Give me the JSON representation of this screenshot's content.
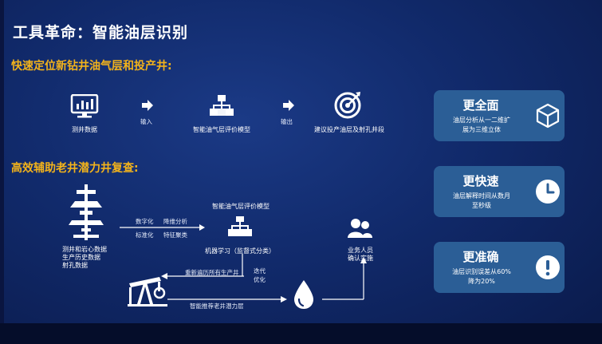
{
  "slide": {
    "title": "工具革命：智能油层识别",
    "section1": "快速定位新钻井油气层和投产井:",
    "section2": "高效辅助老井潜力井复查:"
  },
  "flow1": {
    "logging_data": "测井数据",
    "input": "输入",
    "model": "智能油气层评价模型",
    "output": "输出",
    "recommend": "建议投产油层及射孔井段"
  },
  "flow2": {
    "data_line1": "测井和岩心数据",
    "data_line2": "生产历史数据",
    "data_line3": "射孔数据",
    "digitize": "数字化",
    "standardize": "标准化",
    "reduce": "降维分析",
    "cluster": "特征聚类",
    "model_title": "智能油气层评价模型",
    "ml": "机器学习（监督式分类）",
    "staff_line1": "业务人员",
    "staff_line2": "确认实施",
    "iterate_line1": "迭代",
    "iterate_line2": "优化",
    "reperform": "重新遍历所有生产井",
    "recommend_old": "智能推荐老井潜力层"
  },
  "cards": [
    {
      "title": "更全面",
      "desc_line1": "油层分析从一二维扩",
      "desc_line2": "展为三维立体",
      "icon": "cube-icon"
    },
    {
      "title": "更快速",
      "desc_line1": "油层解释时间从数月",
      "desc_line2": "至秒级",
      "icon": "clock-icon"
    },
    {
      "title": "更准确",
      "desc_line1": "油层识别误差从60%",
      "desc_line2": "降为20%",
      "icon": "exclamation-icon"
    }
  ],
  "colors": {
    "accent": "#f3b31b",
    "card": "#2b5e96",
    "background": "#112a6b"
  }
}
